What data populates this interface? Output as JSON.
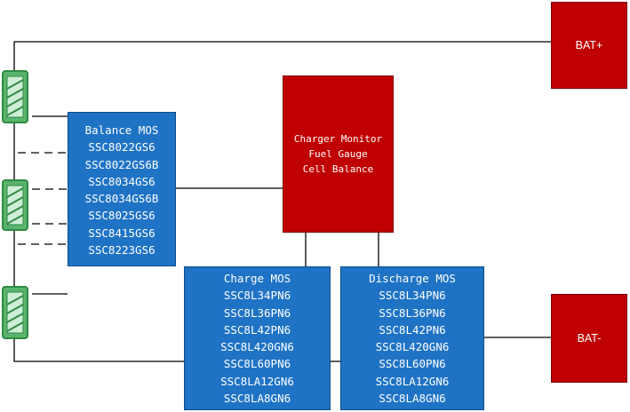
{
  "balance_mos": {
    "title": "Balance MOS",
    "parts": [
      "SSC8022GS6",
      "SSC8022GS6B",
      "SSC8034GS6",
      "SSC8034GS6B",
      "SSC8025GS6",
      "SSC8415GS6",
      "SSC8223GS6"
    ]
  },
  "charge_mos": {
    "title": "Charge MOS",
    "parts": [
      "SSC8L34PN6",
      "SSC8L36PN6",
      "SSC8L42PN6",
      "SSC8L420GN6",
      "SSC8L60PN6",
      "SSC8LA12GN6",
      "SSC8LA8GN6"
    ]
  },
  "discharge_mos": {
    "title": "Discharge MOS",
    "parts": [
      "SSC8L34PN6",
      "SSC8L36PN6",
      "SSC8L42PN6",
      "SSC8L420GN6",
      "SSC8L60PN6",
      "SSC8LA12GN6",
      "SSC8LA8GN6"
    ]
  },
  "controller": {
    "lines": [
      "Charger Monitor",
      "Fuel Gauge",
      "Cell Balance"
    ]
  },
  "terminals": {
    "positive": "BAT+",
    "negative": "BAT-"
  },
  "colors": {
    "mos_box": "#1f73c5",
    "controller_box": "#c00000",
    "battery_green": "#3aa655",
    "wire": "#000000"
  }
}
